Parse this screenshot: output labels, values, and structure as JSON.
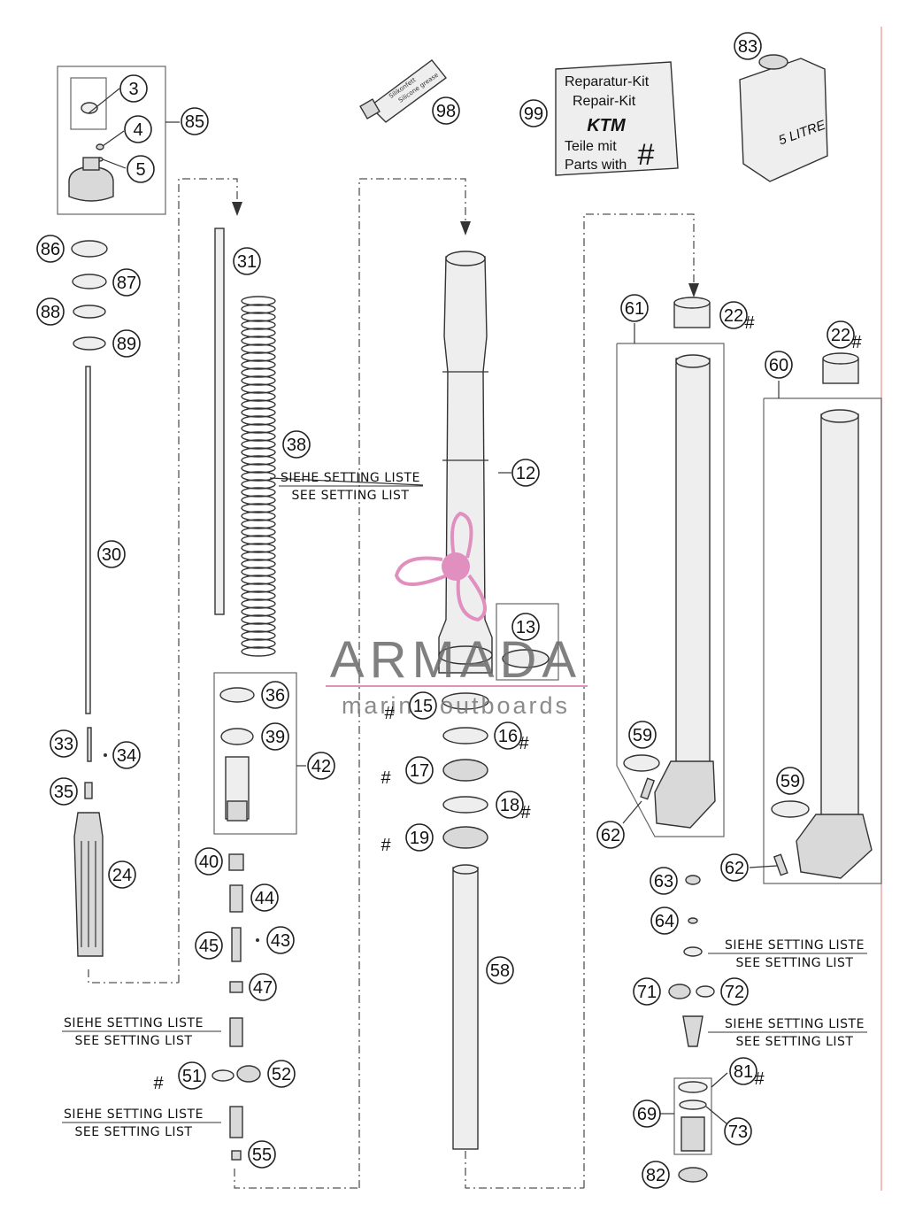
{
  "callouts": [
    {
      "n": "3"
    },
    {
      "n": "4"
    },
    {
      "n": "5"
    },
    {
      "n": "85"
    },
    {
      "n": "86"
    },
    {
      "n": "87"
    },
    {
      "n": "88"
    },
    {
      "n": "89"
    },
    {
      "n": "30"
    },
    {
      "n": "31"
    },
    {
      "n": "38"
    },
    {
      "n": "33"
    },
    {
      "n": "34"
    },
    {
      "n": "35"
    },
    {
      "n": "24"
    },
    {
      "n": "36"
    },
    {
      "n": "39"
    },
    {
      "n": "42"
    },
    {
      "n": "40"
    },
    {
      "n": "44"
    },
    {
      "n": "45"
    },
    {
      "n": "43"
    },
    {
      "n": "47"
    },
    {
      "n": "51",
      "hash": "before"
    },
    {
      "n": "52"
    },
    {
      "n": "55"
    },
    {
      "n": "98"
    },
    {
      "n": "99"
    },
    {
      "n": "83"
    },
    {
      "n": "12"
    },
    {
      "n": "13"
    },
    {
      "n": "15",
      "hash": "before"
    },
    {
      "n": "16",
      "hash": "after"
    },
    {
      "n": "17",
      "hash": "before"
    },
    {
      "n": "18",
      "hash": "after"
    },
    {
      "n": "19",
      "hash": "before"
    },
    {
      "n": "58"
    },
    {
      "n": "61"
    },
    {
      "n": "22",
      "hash": "after"
    },
    {
      "n": "22",
      "hash": "after"
    },
    {
      "n": "60"
    },
    {
      "n": "59"
    },
    {
      "n": "59"
    },
    {
      "n": "62"
    },
    {
      "n": "62"
    },
    {
      "n": "63"
    },
    {
      "n": "64"
    },
    {
      "n": "71"
    },
    {
      "n": "72"
    },
    {
      "n": "81",
      "hash": "after"
    },
    {
      "n": "69"
    },
    {
      "n": "73"
    },
    {
      "n": "82"
    }
  ],
  "notes": {
    "setting_de": "SIEHE SETTING LISTE",
    "setting_en": "SEE SETTING LIST"
  },
  "kit": {
    "line1": "Reparatur-Kit",
    "line2": "Repair-Kit",
    "brand": "KTM",
    "line3": "Teile mit",
    "line4": "Parts with",
    "symbol": "#"
  },
  "grease": {
    "label1": "Silikonfett",
    "label2": "Silicone grease"
  },
  "canister": {
    "label": "5 LITRE"
  },
  "watermark": {
    "title": "ARMADA",
    "subtitle": "marine outboards"
  },
  "colors": {
    "watermark_logo": "#e08fbf",
    "line": "#333333"
  }
}
